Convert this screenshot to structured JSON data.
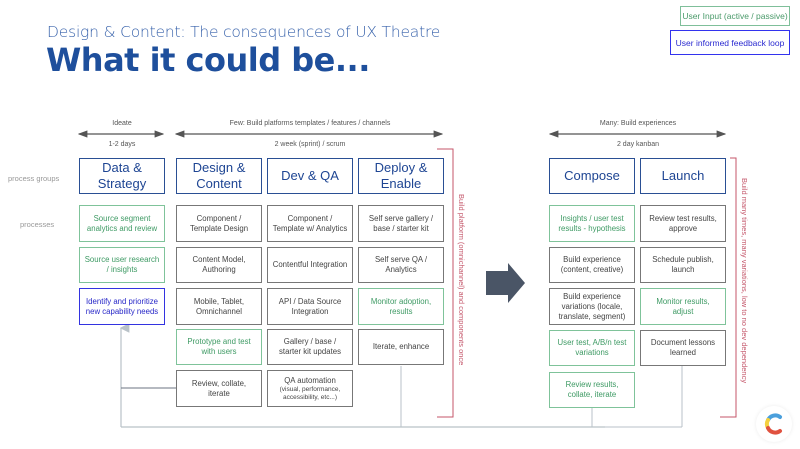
{
  "header": {
    "subtitle": "Design & Content: The consequences of UX Theatre",
    "title": "What it could be..."
  },
  "legend": {
    "user_input": "User Input (active / passive)",
    "feedback_loop": "User informed feedback loop"
  },
  "row_labels": {
    "groups": "process groups",
    "processes": "processes"
  },
  "phases": {
    "ideate": {
      "label": "Ideate",
      "cadence": "1-2 days"
    },
    "few": {
      "label": "Few: Build platforms templates / features / channels",
      "cadence": "2 week (sprint) / scrum"
    },
    "many": {
      "label": "Many: Build experiences",
      "cadence": "2 day kanban"
    }
  },
  "brackets": {
    "platform": "Build platform (omnichannel) and components once",
    "experiences": "Build many times, many variations, low to no dev dependency"
  },
  "columns": [
    {
      "group": "Data & Strategy",
      "processes": [
        {
          "text": "Source segment analytics and review",
          "type": "user-input"
        },
        {
          "text": "Source user research / insights",
          "type": "user-input"
        },
        {
          "text": "Identify and prioritize new capability needs",
          "type": "feedback"
        }
      ]
    },
    {
      "group": "Design & Content",
      "processes": [
        {
          "text": "Component / Template Design",
          "type": "default"
        },
        {
          "text": "Content Model, Authoring",
          "type": "default"
        },
        {
          "text": "Mobile, Tablet, Omnichannel",
          "type": "default"
        },
        {
          "text": "Prototype and test with users",
          "type": "user-input"
        },
        {
          "text": "Review, collate, iterate",
          "type": "default"
        }
      ]
    },
    {
      "group": "Dev & QA",
      "processes": [
        {
          "text": "Component / Template w/ Analytics",
          "type": "default"
        },
        {
          "text": "Contentful Integration",
          "type": "default"
        },
        {
          "text": "API / Data Source Integration",
          "type": "default"
        },
        {
          "text": "Gallery / base / starter kit updates",
          "type": "default"
        },
        {
          "text": "QA automation",
          "subtext": "(visual, performance, accessibility, etc...)",
          "type": "default"
        }
      ]
    },
    {
      "group": "Deploy & Enable",
      "processes": [
        {
          "text": "Self serve gallery / base / starter kit",
          "type": "default"
        },
        {
          "text": "Self serve QA / Analytics",
          "type": "default"
        },
        {
          "text": "Monitor adoption, results",
          "type": "user-input"
        },
        {
          "text": "Iterate, enhance",
          "type": "default"
        }
      ]
    },
    {
      "group": "Compose",
      "processes": [
        {
          "text": "Insights / user test results - hypothesis",
          "type": "user-input"
        },
        {
          "text": "Build experience (content, creative)",
          "type": "default"
        },
        {
          "text": "Build experience variations (locale, translate, segment)",
          "type": "default"
        },
        {
          "text": "User test, A/B/n test variations",
          "type": "user-input"
        },
        {
          "text": "Review results, collate, iterate",
          "type": "user-input"
        }
      ]
    },
    {
      "group": "Launch",
      "processes": [
        {
          "text": "Review test results, approve",
          "type": "default"
        },
        {
          "text": "Schedule publish, launch",
          "type": "default"
        },
        {
          "text": "Monitor results, adjust",
          "type": "user-input"
        },
        {
          "text": "Document lessons learned",
          "type": "default"
        }
      ]
    }
  ],
  "icons": {
    "transition_arrow": "right-arrow-icon",
    "logo": "contentful-logo-icon"
  },
  "colors": {
    "title": "#1e4f9c",
    "group_border": "#2a4f94",
    "user_input": "#7fc39a",
    "feedback": "#3333e0",
    "bracket": "#c4566a",
    "arrow": "#4a5566"
  }
}
